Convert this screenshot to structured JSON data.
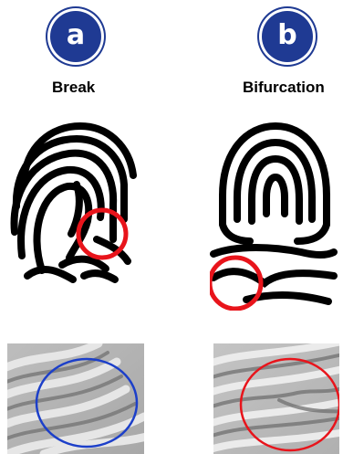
{
  "panels": [
    {
      "badge": "a",
      "label": "Break",
      "circle_color": "#e8141b",
      "patch_circle_color": "#1c3fc9",
      "badge_color": "#1f3a93"
    },
    {
      "badge": "b",
      "label": "Bifurcation",
      "circle_color": "#e8141b",
      "patch_circle_color": "#e8141b",
      "badge_color": "#1f3a93"
    }
  ]
}
